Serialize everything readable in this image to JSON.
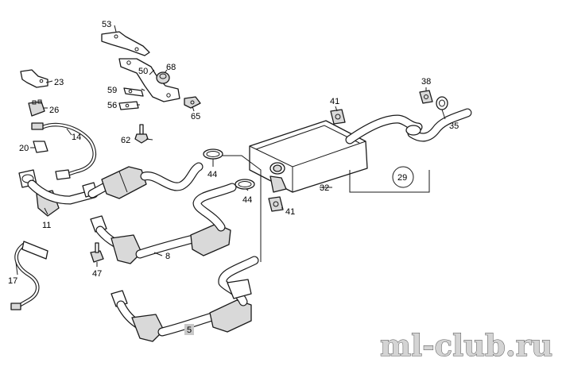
{
  "callouts": {
    "c53": "53",
    "c50": "50",
    "c68": "68",
    "c59": "59",
    "c56": "56",
    "c65": "65",
    "c62": "62",
    "c23": "23",
    "c26": "26",
    "c14": "14",
    "c20": "20",
    "c11": "11",
    "c17": "17",
    "c47": "47",
    "c8": "8",
    "c5": "5",
    "c44a": "44",
    "c44b": "44",
    "c41a": "41",
    "c41b": "41",
    "c32": "32",
    "c29": "29",
    "c38": "38",
    "c35": "35"
  },
  "watermark": "ml-club.ru",
  "highlight_color": "#c8c8c8"
}
